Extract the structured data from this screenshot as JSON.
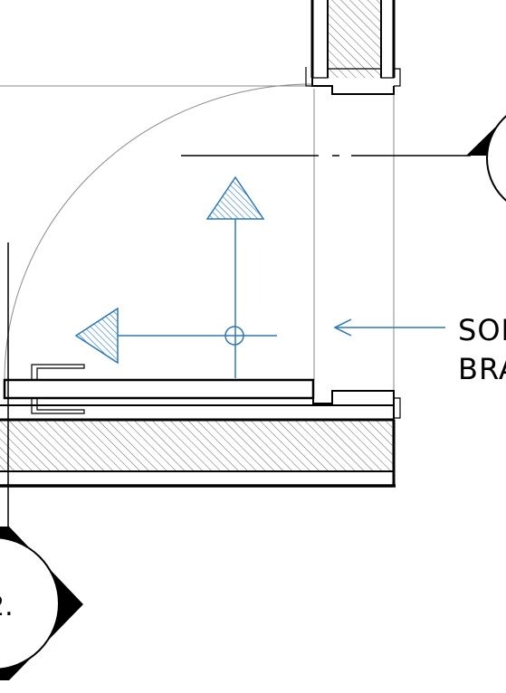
{
  "annotation": {
    "line1": "SOL",
    "line2": "BRA"
  },
  "tag": {
    "text": "2."
  },
  "colors": {
    "ink": "#000000",
    "thin_line": "#8a8a8a",
    "annotation_blue": "#2a78b8",
    "hatch": "#555555"
  }
}
